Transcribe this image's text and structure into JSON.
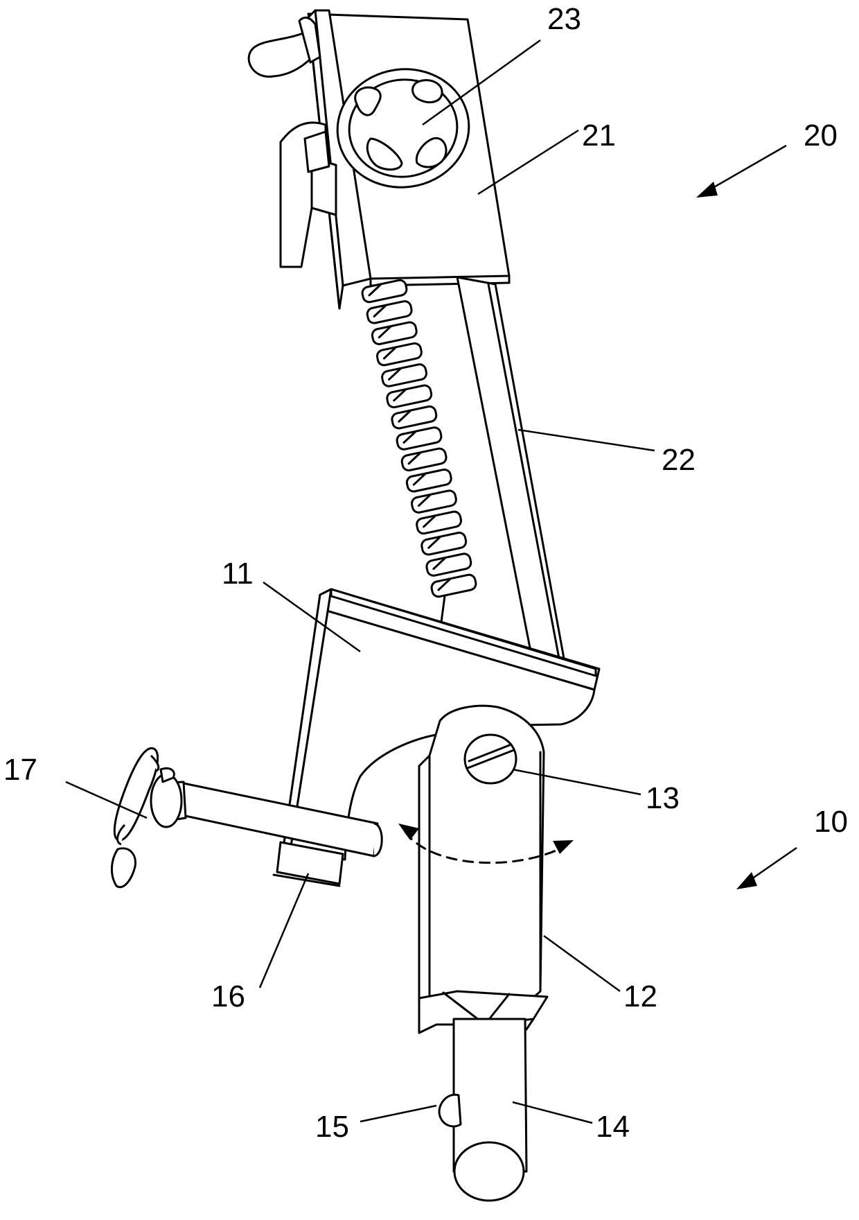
{
  "labels": {
    "l23": "23",
    "l21": "21",
    "l20": "20",
    "l22": "22",
    "l11": "11",
    "l17": "17",
    "l13": "13",
    "l10": "10",
    "l16": "16",
    "l12": "12",
    "l15": "15",
    "l14": "14"
  },
  "colors": {
    "line": "#000000",
    "background": "#ffffff"
  }
}
